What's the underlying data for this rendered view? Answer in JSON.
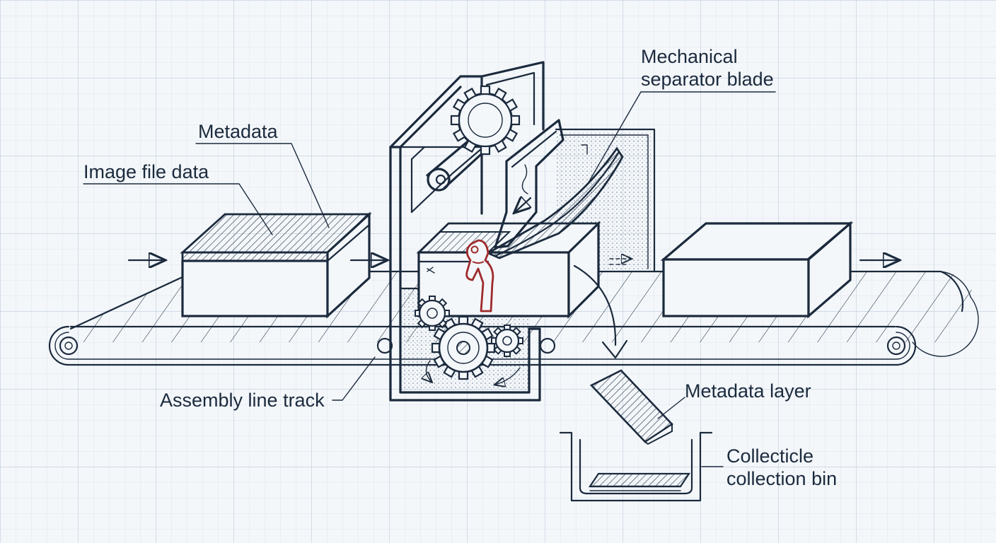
{
  "labels": {
    "metadata": "Metadata",
    "image_file_data": "Image file data",
    "mechanical_separator_line1": "Mechanical",
    "mechanical_separator_line2": "separator blade",
    "assembly_line_track": "Assembly line track",
    "metadata_layer": "Metadata layer",
    "collection_bin_line1": "Collecticle",
    "collection_bin_line2": "collection bin"
  },
  "colors": {
    "ink": "#1b2a3d",
    "grid": "#c9d6e3",
    "paper": "#f4f7fa",
    "accent_red": "#9e2a2b"
  }
}
